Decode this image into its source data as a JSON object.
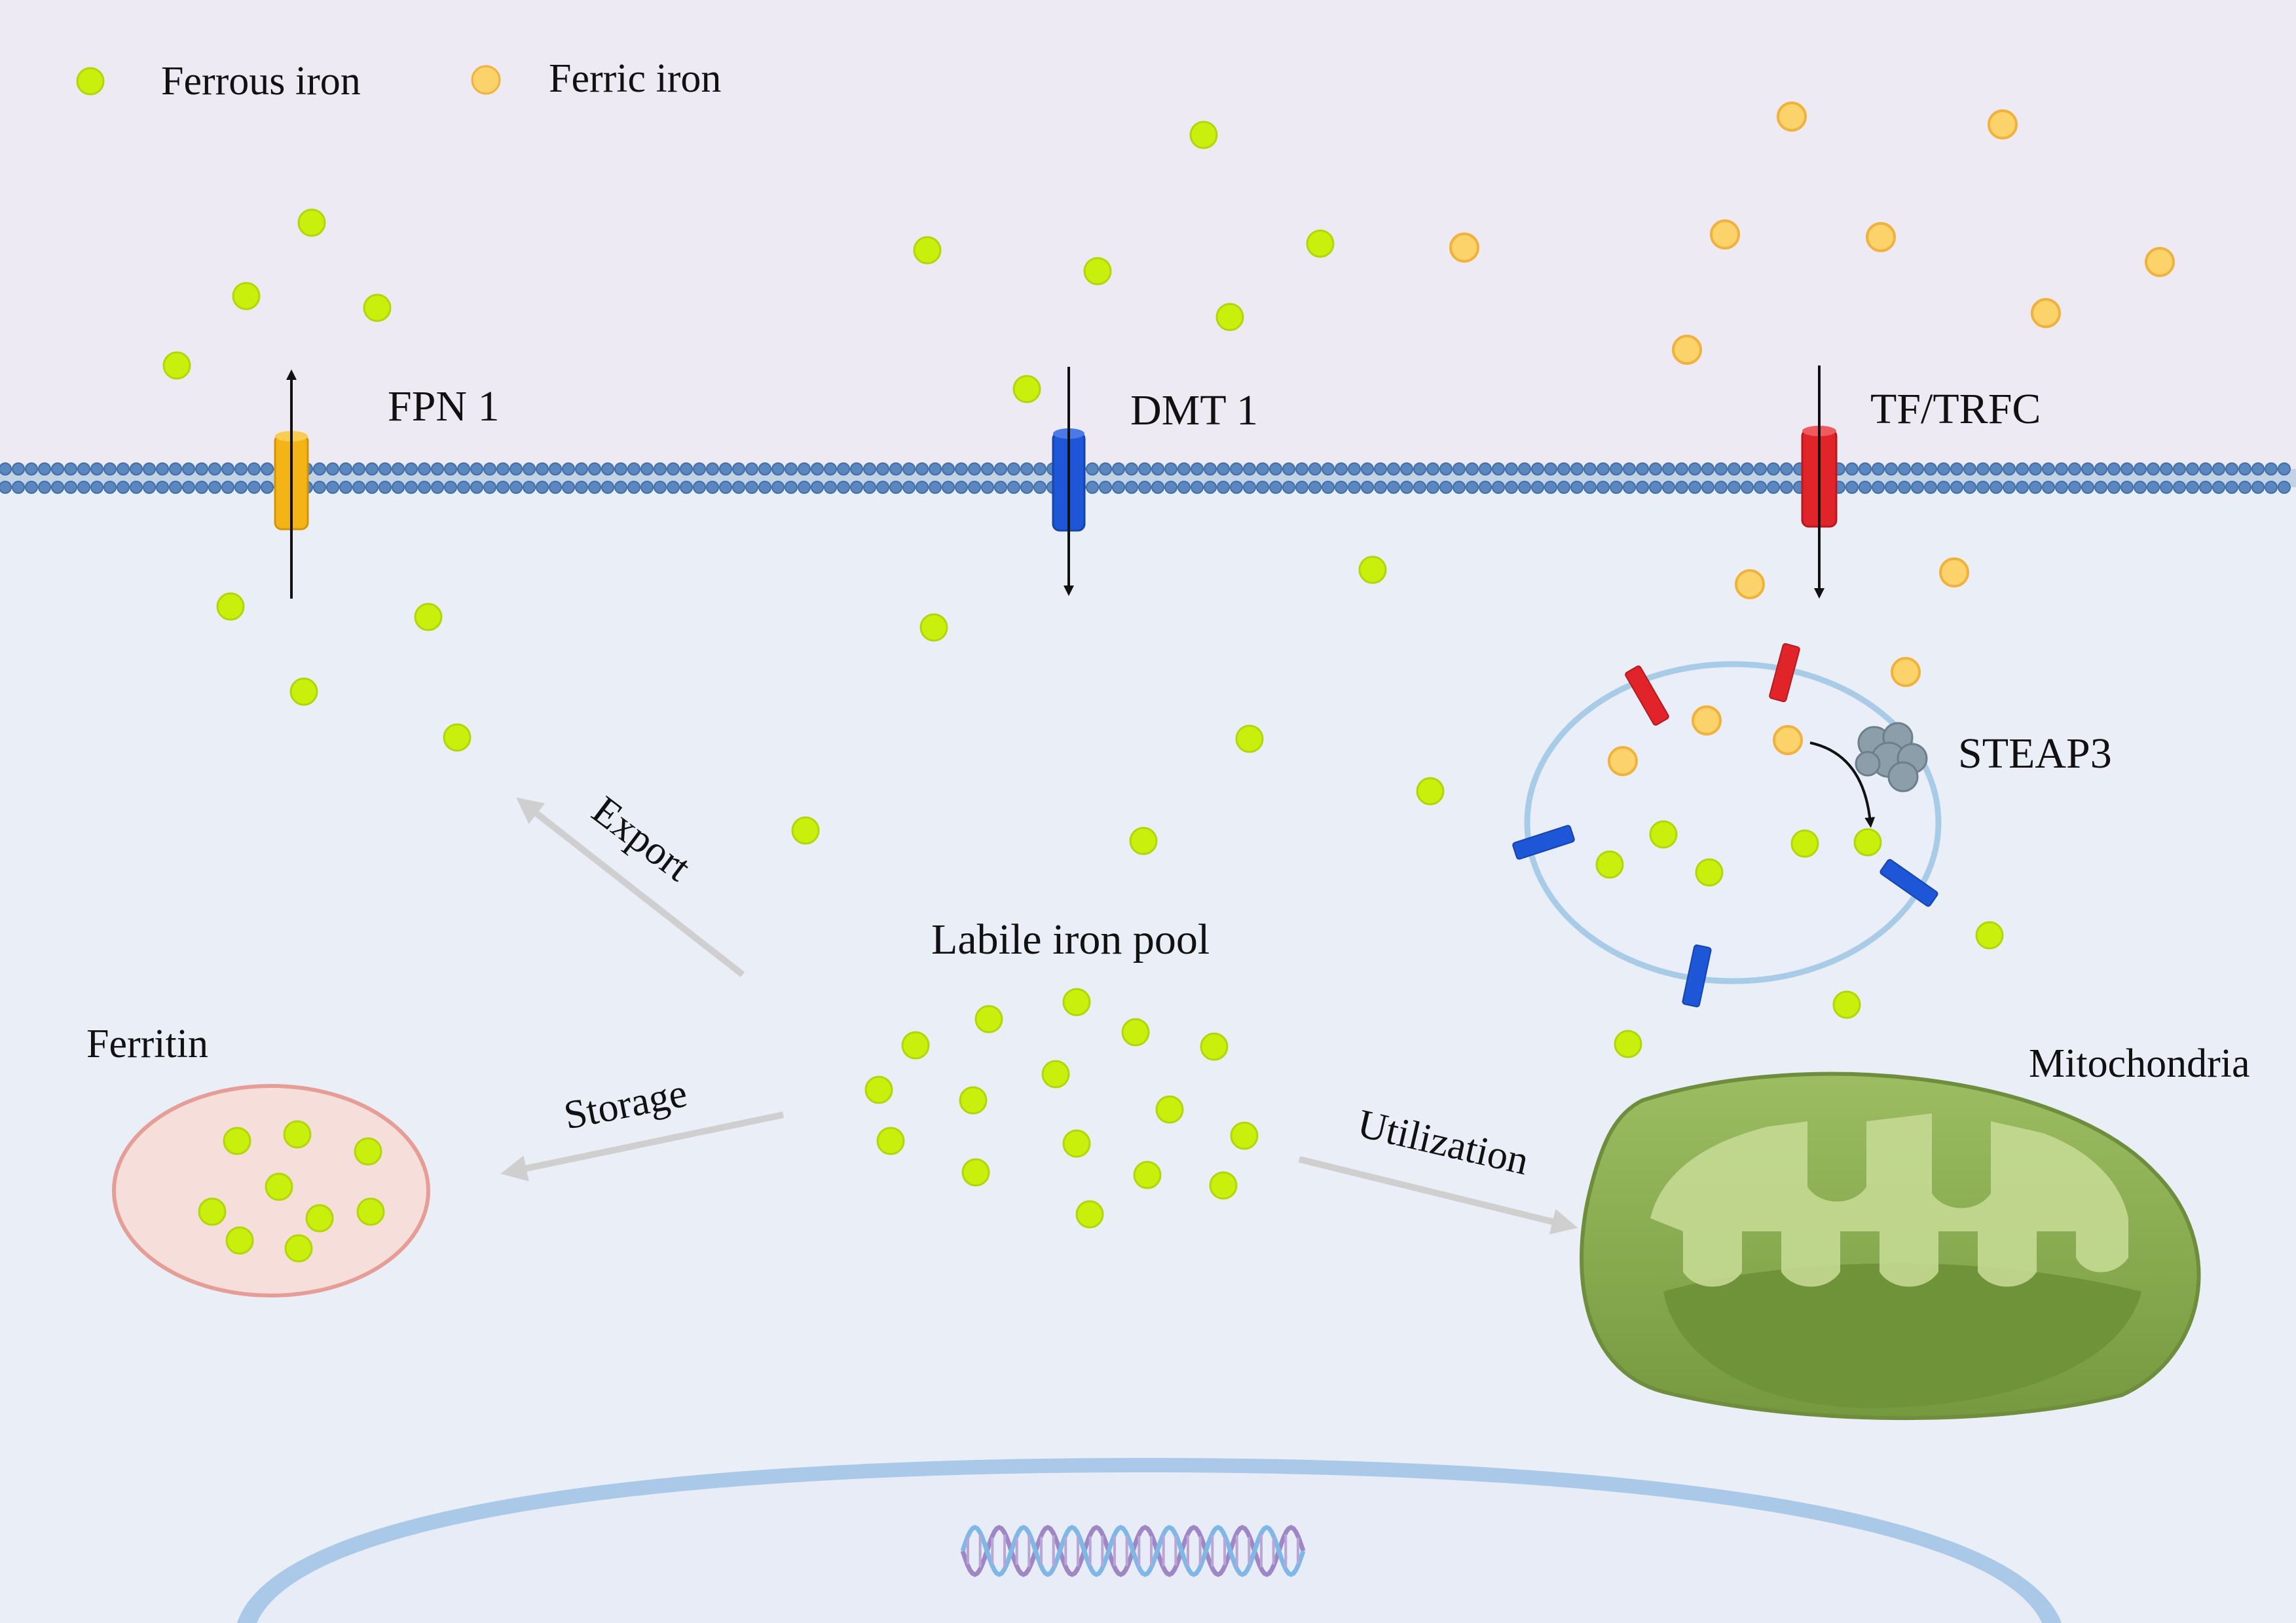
{
  "legend": {
    "ferrous_label": "Ferrous iron",
    "ferric_label": "Ferric iron"
  },
  "transporters": {
    "fpn1_label": "FPN 1",
    "dmt1_label": "DMT 1",
    "tf_trfc_label": "TF/TRFC"
  },
  "endosome": {
    "steap3_label": "STEAP3"
  },
  "pool": {
    "label": "Labile iron pool"
  },
  "ferritin": {
    "label": "Ferritin"
  },
  "mitochondria": {
    "label": "Mitochondria"
  },
  "flows": {
    "export_label": "Export",
    "storage_label": "Storage",
    "utilization_label": "Utilization"
  },
  "colors": {
    "extracellular_bg": "#eeeaf4",
    "cytoplasm_bg": "#eaeef7",
    "ferrous": "#c8f00c",
    "ferric": "#fcd36a",
    "fpn1": "#f5b416",
    "dmt1": "#1e56d8",
    "tf_trfc": "#e0242a",
    "membrane": "#5b87be",
    "mitochondria": "#88ab52",
    "ferritin": "#f6dedb",
    "flow_arrow": "#cfcfcf"
  }
}
